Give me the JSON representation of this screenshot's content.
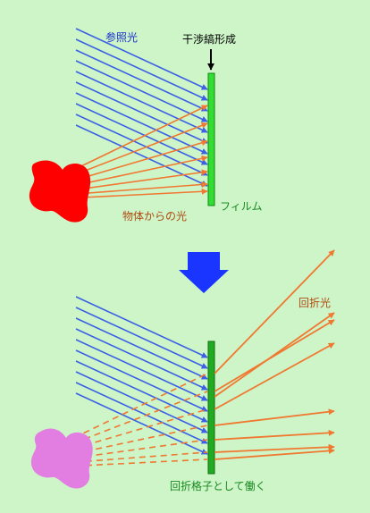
{
  "labels": {
    "reference_light": "参照光",
    "interference_fringe": "干渉縞形成",
    "film": "フィルム",
    "object_light": "物体からの光",
    "diffracted_light": "回折光",
    "acts_as_grating": "回折格子として働く"
  },
  "colors": {
    "background": "#cdf5c8",
    "reference_ray": "#3b5fe6",
    "object_ray": "#f07830",
    "film_top": "#33dd33",
    "film_bottom": "#22aa22",
    "object_top": "#ff0000",
    "object_bottom": "#e27ee2",
    "transition_arrow": "#1a35ff",
    "label_blue": "#1a2fd0",
    "label_brown": "#b04a10",
    "label_green": "#1a8a20",
    "label_black": "#000000"
  },
  "icons": [
    "down-arrow-icon",
    "transition-arrow-icon"
  ]
}
